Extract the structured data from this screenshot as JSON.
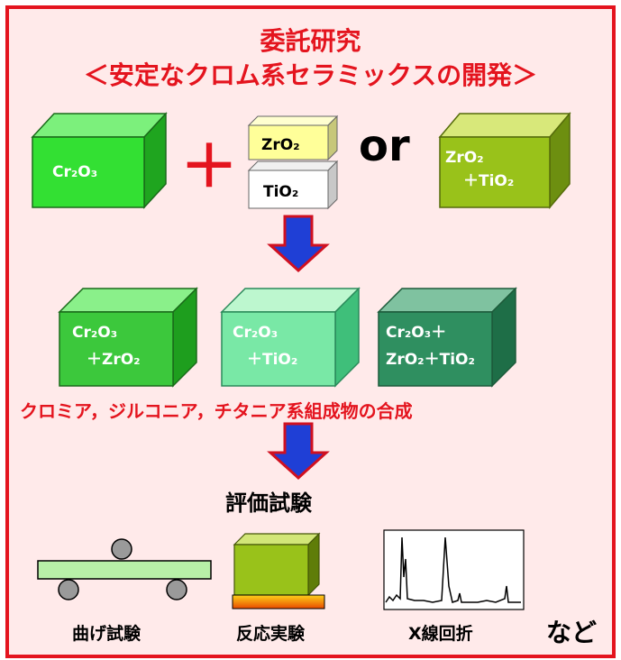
{
  "title_line1": "委託研究",
  "title_line2": "＜安定なクロム系セラミックスの開発＞",
  "plus_sign": "＋",
  "or_text": "or",
  "boxes_top": {
    "cr2o3": "Cr₂O₃",
    "zro2": "ZrO₂",
    "tio2": "TiO₂",
    "mix_line1": "ZrO₂",
    "mix_line2": "＋TiO₂"
  },
  "boxes_mid": [
    {
      "line1": "Cr₂O₃",
      "line2": "＋ZrO₂"
    },
    {
      "line1": "Cr₂O₃",
      "line2": "＋TiO₂"
    },
    {
      "line1": "Cr₂O₃＋",
      "line2": "ZrO₂＋TiO₂"
    }
  ],
  "synthesis_label": "クロミア，ジルコニア，チタニア系組成物の合成",
  "evaluation_label": "評価試験",
  "tests": {
    "bending": "曲げ試験",
    "reaction": "反応実験",
    "xray": "X線回折",
    "etc": "など"
  },
  "colors": {
    "frame": "#e4141e",
    "background": "#ffeaea",
    "arrow": "#1f3fd6",
    "arrow_outline": "#d01020"
  }
}
